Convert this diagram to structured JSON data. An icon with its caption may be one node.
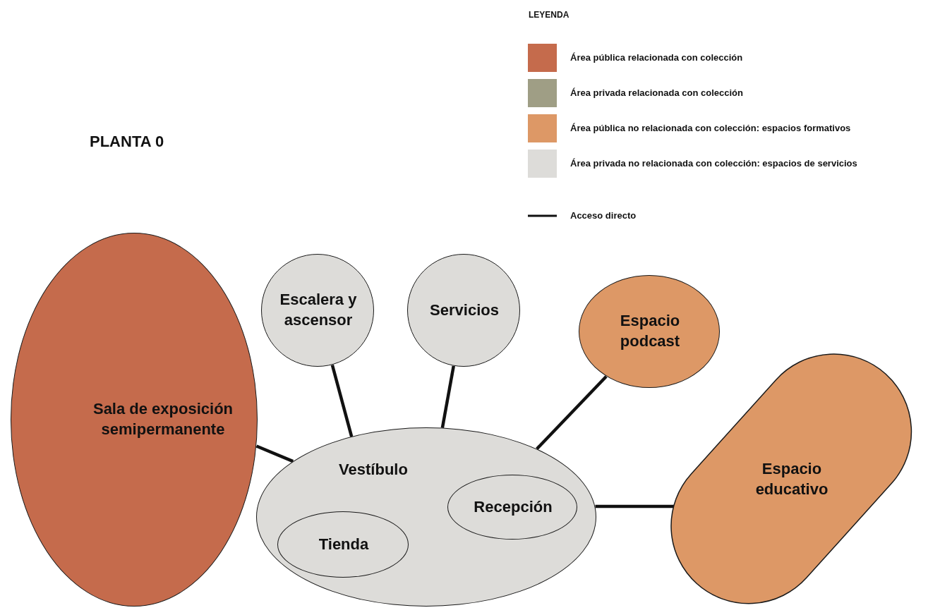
{
  "diagram": {
    "title": "PLANTA 0",
    "nodes": [
      {
        "text": [
          "Sala de exposición semipermanente"
        ]
      },
      {
        "text": [
          "Escalera y ascensor"
        ]
      },
      {
        "text": [
          "Servicios"
        ]
      },
      {
        "text": [
          "Espacio podcast"
        ]
      },
      {
        "text": [
          "Vestíbulo"
        ]
      },
      {
        "text": [
          "Recepción"
        ],
        "in": 4
      },
      {
        "text": [
          "Tienda"
        ],
        "in": 4
      },
      {
        "text": [
          "Espacio educativo"
        ]
      }
    ],
    "edges": [
      {
        "from": 0,
        "to": 4,
        "arrow": "none"
      },
      {
        "from": 1,
        "to": 4,
        "arrow": "none"
      },
      {
        "from": 2,
        "to": 4,
        "arrow": "none"
      },
      {
        "from": 3,
        "to": 4,
        "arrow": "none"
      },
      {
        "from": 4,
        "to": 7,
        "arrow": "none"
      }
    ],
    "labels": [
      "LEYENDA"
    ],
    "legend": [
      {
        "text": "Área pública relacionada con colección",
        "color": "#c56b4c"
      },
      {
        "text": "Área privada relacionada con colección",
        "color": "#9f9e85"
      },
      {
        "text": "Área pública no relacionada con colección: espacios formativos",
        "color": "#dd9866"
      },
      {
        "text": "Área privada no relacionada con colección: espacios de servicios",
        "color": "#dddcd9"
      },
      {
        "text": "Acceso directo"
      }
    ]
  }
}
